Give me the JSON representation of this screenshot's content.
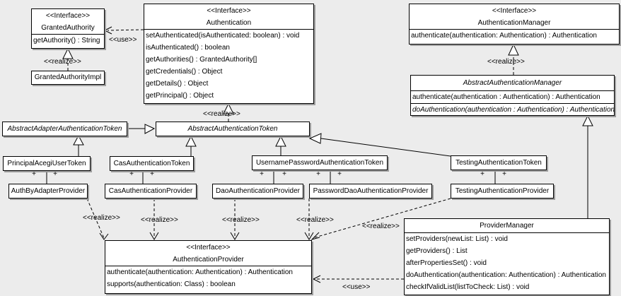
{
  "boxes": {
    "granted_authority": {
      "stereotype": "<<Interface>>",
      "name": "GrantedAuthority",
      "methods": [
        "getAuthority() : String"
      ]
    },
    "granted_authority_impl": {
      "name": "GrantedAuthorityImpl"
    },
    "authentication": {
      "stereotype": "<<Interface>>",
      "name": "Authentication",
      "methods": [
        "setAuthenticated(isAuthenticated: boolean) : void",
        "isAuthenticated() : boolean",
        "getAuthorities() : GrantedAuthority[]",
        "getCredentials() : Object",
        "getDetails() : Object",
        "getPrincipal() : Object"
      ]
    },
    "authentication_manager": {
      "stereotype": "<<Interface>>",
      "name": "AuthenticationManager",
      "methods": [
        "authenticate(authentication: Authentication) : Authentication"
      ]
    },
    "abstract_authentication_manager": {
      "name": "AbstractAuthenticationManager",
      "methods": [
        "authenticate(authentication : Authentication) : Authentication",
        "doAuthentication(authentication : Authentication) : Authentication"
      ]
    },
    "abstract_adapter_authentication_token": {
      "name": "AbstractAdapterAuthenticationToken"
    },
    "abstract_authentication_token": {
      "name": "AbstractAuthenticationToken"
    },
    "principal_acegi_user_token": {
      "name": "PrincipalAcegiUserToken"
    },
    "cas_authentication_token": {
      "name": "CasAuthenticationToken"
    },
    "username_password_authentication_token": {
      "name": "UsernamePasswordAuthenticationToken"
    },
    "testing_authentication_token": {
      "name": "TestingAuthenticationToken"
    },
    "auth_by_adapter_provider": {
      "name": "AuthByAdapterProvider"
    },
    "cas_authentication_provider": {
      "name": "CasAuthenticationProvider"
    },
    "dao_authentication_provider": {
      "name": "DaoAuthenticationProvider"
    },
    "password_dao_authentication_provider": {
      "name": "PasswordDaoAuthenticationProvider"
    },
    "testing_authentication_provider": {
      "name": "TestingAuthenticationProvider"
    },
    "authentication_provider": {
      "stereotype": "<<Interface>>",
      "name": "AuthenticationProvider",
      "methods": [
        "authenticate(authentication: Authentication) : Authentication",
        "supports(authentication: Class) : boolean"
      ]
    },
    "provider_manager": {
      "name": "ProviderManager",
      "methods": [
        "setProviders(newList: List) : void",
        "getProviders() : List",
        "afterPropertiesSet() : void",
        "doAuthentication(authentication: Authentication) : Authentication",
        "checkIfValidList(listToCheck: List) : void"
      ]
    }
  },
  "labels": {
    "realize": "<<realize>>",
    "use": "<<use>>",
    "plus": "+"
  },
  "colors": {
    "background": "#ececec",
    "box_fill": "#ffffff",
    "box_border": "#000000",
    "box_shadow": "#9e9e9e",
    "line": "#000000"
  }
}
